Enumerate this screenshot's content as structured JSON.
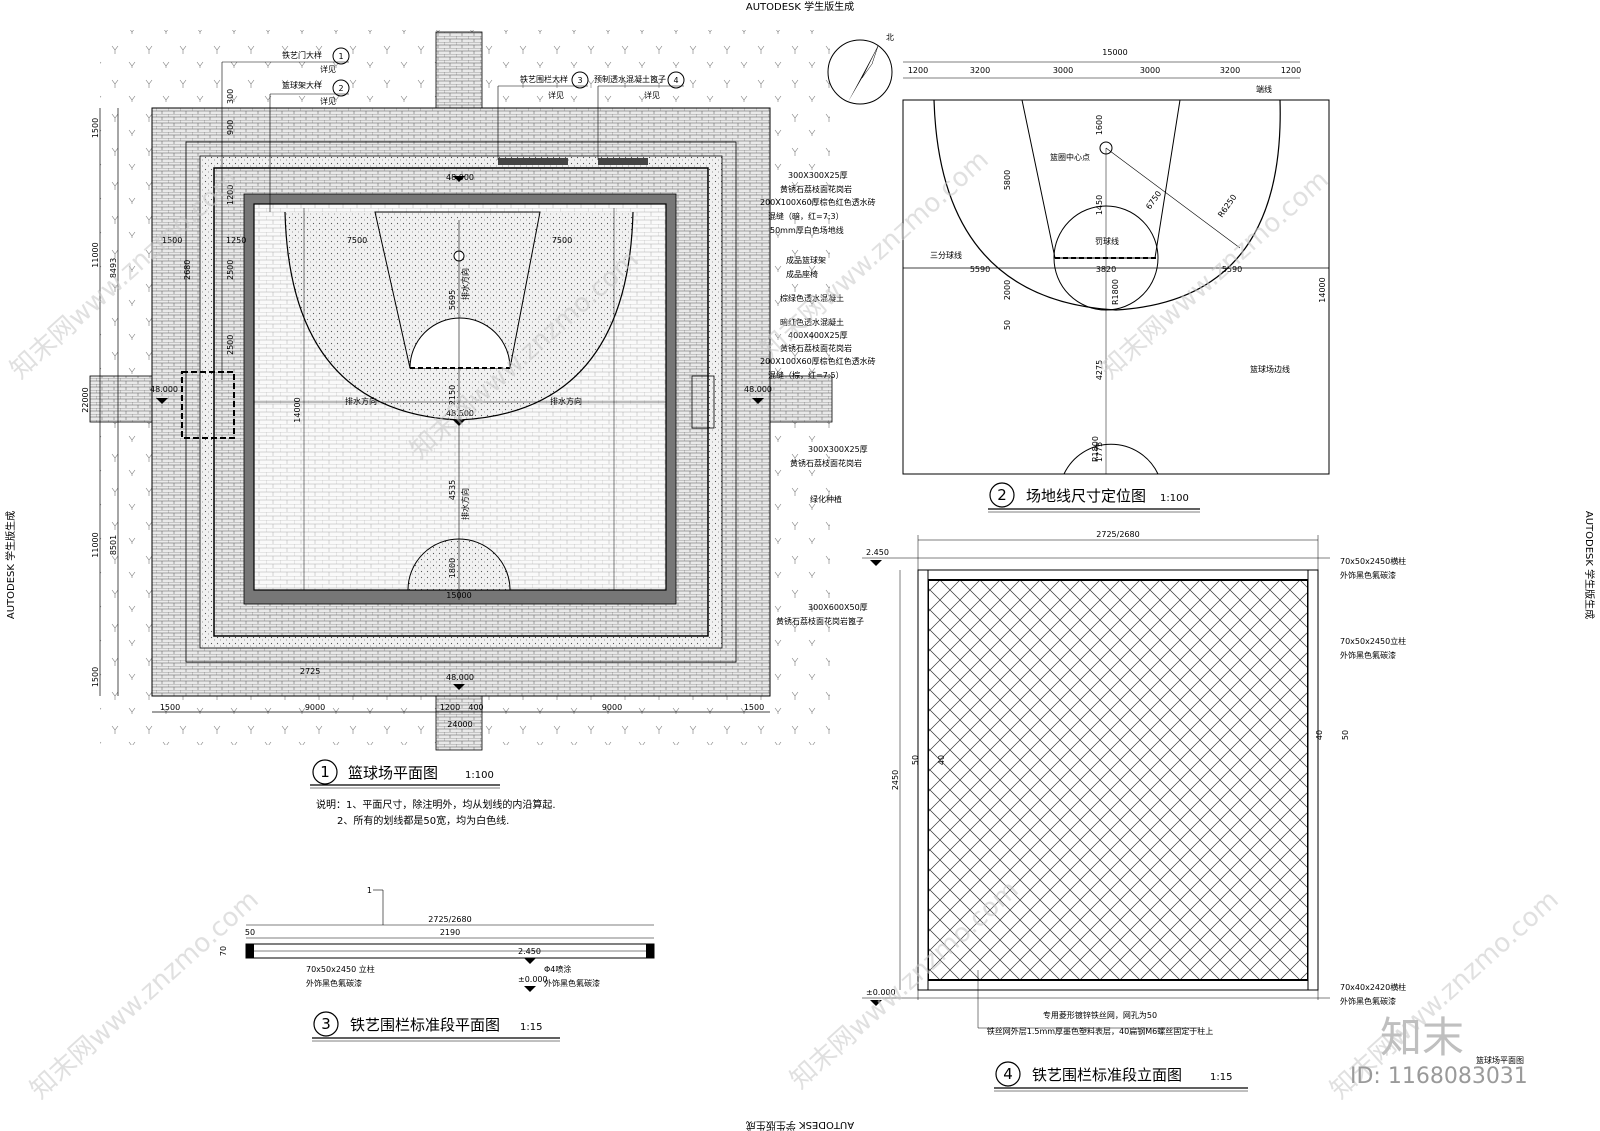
{
  "watermark": {
    "autodesk": "AUTODESK 学生版生成",
    "site": "知末网www.znzmo.com",
    "brand": "知末",
    "id": "ID: 1168083031"
  },
  "north": "北",
  "plan1": {
    "title_num": "1",
    "title": "篮球场平面图",
    "scale": "1:100",
    "notes": [
      "说明：1、平面尺寸，除注明外，均从划线的内沿算起.",
      "2、所有的划线都是50宽，均为白色线."
    ],
    "callouts": [
      {
        "text": "铁艺门大样",
        "num": "1",
        "ref": "详见"
      },
      {
        "text": "篮球架大样",
        "num": "2",
        "ref": "详见"
      },
      {
        "text": "铁艺围栏大样",
        "num": "3",
        "ref": "详见"
      },
      {
        "text": "预制透水混凝土篦子",
        "num": "4",
        "ref": "详见"
      }
    ],
    "right_labels": [
      "300X300X25厚",
      "黄锈石荔枝面花岗岩",
      "200X100X60厚棕色红色透水砖",
      "混缝（暗，红=7:3）",
      "50mm厚白色场地线",
      "成品篮球架",
      "成品座椅",
      "棕绿色透水混凝土",
      "暗红色透水混凝土",
      "400X400X25厚",
      "黄锈石荔枝面花岗岩",
      "200X100X60厚棕色红色透水砖",
      "混缝（棕，红=7:5）",
      "300X300X25厚",
      "黄锈石荔枝面花岗岩",
      "绿化种植",
      "300X600X50厚",
      "黄锈石荔枝面花岗岩篦子"
    ],
    "dims_bottom": [
      "1500",
      "9000",
      "1200",
      "400",
      "9000",
      "1500"
    ],
    "dim_bottom_total": "24000",
    "dims_left": [
      "1500",
      "11000",
      "11000",
      "1500"
    ],
    "dim_left_total": "22000",
    "dims_left_inner": [
      "8493",
      "8501"
    ],
    "court_dims": [
      "7500",
      "7500",
      "15000",
      "14000",
      "5695",
      "4535",
      "2150",
      "1800"
    ],
    "elevations": [
      "48.000",
      "48.500",
      "48.000",
      "48.000",
      "48.000"
    ],
    "drain_labels": [
      "排水方向",
      "排水方向",
      "排水方向",
      "排水方向"
    ],
    "small_dims": [
      "300",
      "900",
      "1200",
      "2500",
      "2500",
      "2680",
      "2725",
      "1250",
      "1500"
    ]
  },
  "plan2": {
    "title_num": "2",
    "title": "场地线尺寸定位图",
    "scale": "1:100",
    "dims_top": [
      "1200",
      "3200",
      "3000",
      "3000",
      "3200",
      "1200"
    ],
    "dim_top_total": "15000",
    "side_dims": [
      "5800",
      "14000",
      "2000",
      "50",
      "4275",
      "1775",
      "1600",
      "1450"
    ],
    "labels": [
      "端线",
      "篮圈中心点",
      "罚球线",
      "三分球线",
      "篮球场边线"
    ],
    "arc_dims": [
      "6750",
      "R6250",
      "3820",
      "5590",
      "5590",
      "R1800",
      "R1800"
    ]
  },
  "plan3": {
    "title_num": "3",
    "title": "铁艺围栏标准段平面图",
    "scale": "1:15",
    "dims": [
      "2725/2680",
      "2190",
      "70",
      "50"
    ],
    "labels": [
      "70x50x2450 立柱",
      "外饰黑色氟碳漆",
      "外饰黑色氟碳漆",
      "Φ4喷涂"
    ],
    "elev": [
      "2.450",
      "±0.000"
    ]
  },
  "plan4": {
    "title_num": "4",
    "title": "铁艺围栏标准段立面图",
    "scale": "1:15",
    "dims": [
      "2725/2680",
      "2450",
      "50",
      "40",
      "50",
      "40"
    ],
    "elev_top": "2.450",
    "elev_bottom": "±0.000",
    "right_labels": [
      "70x50x2450横柱",
      "外饰黑色氟碳漆",
      "70x50x2450立柱",
      "外饰黑色氟碳漆",
      "70x40x2420横柱",
      "外饰黑色氟碳漆"
    ],
    "bottom_labels": [
      "专用菱形镀锌铁丝网，网孔为50",
      "铁丝网外层1.5mm厚墨色塑料表层，40扁钢M6螺丝固定于柱上"
    ],
    "stray": "篮球场平面图"
  }
}
